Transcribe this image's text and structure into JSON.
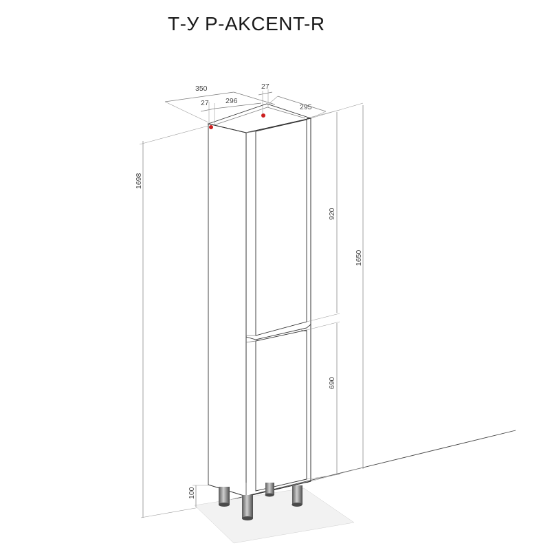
{
  "title": "Т-У P-AKCENT-R",
  "dimensions": {
    "total_depth": "350",
    "panel_thickness_left": "27",
    "inner_depth": "296",
    "panel_thickness_right": "27",
    "width": "295",
    "total_height": "1698",
    "body_height": "1650",
    "upper_door": "920",
    "lower_door": "690",
    "leg_height": "100"
  },
  "colors": {
    "hinge_marker": "#cc1f1f",
    "leg": "#6a6a6a",
    "line": "#333333"
  }
}
